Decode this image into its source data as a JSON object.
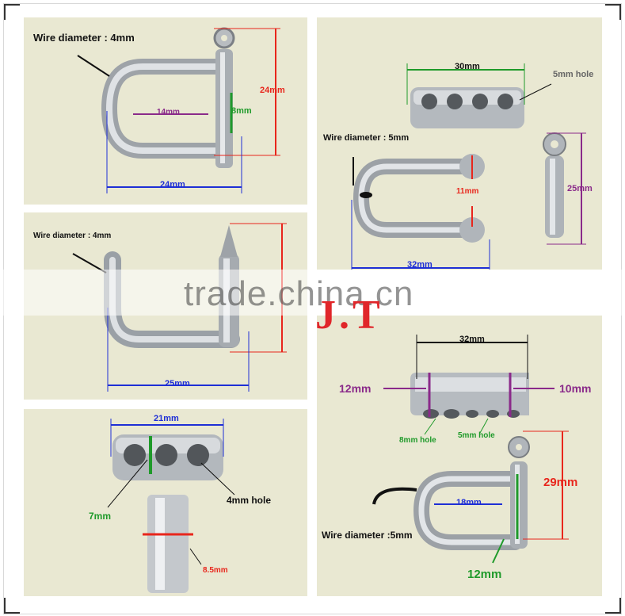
{
  "panels": {
    "p1": {
      "wire_label": "Wire diameter : 4mm",
      "width": "24mm",
      "height": "24mm",
      "inner": "14mm",
      "pin": "8mm"
    },
    "p2": {
      "wire_label": "Wire diameter : 4mm",
      "width": "25mm"
    },
    "p3": {
      "width": "21mm",
      "thickness": "7mm",
      "hole": "4mm hole",
      "side": "8.5mm"
    },
    "p4": {
      "width": "30mm",
      "hole": "5mm hole",
      "wire_label": "Wire diameter : 5mm",
      "gap": "11mm",
      "width2": "32mm",
      "pin_length": "25mm"
    },
    "p5": {
      "width": "32mm",
      "left_end": "12mm",
      "right_end": "10mm",
      "hole_big": "8mm hole",
      "hole_small": "5mm hole",
      "inner": "18mm",
      "height": "29mm",
      "wire_label": "Wire diameter :5mm",
      "pin": "12mm"
    }
  },
  "watermark": {
    "text": "trade.china.cn",
    "logo": "J.T"
  },
  "colors": {
    "panel_bg": "#e9e8d2",
    "blue": "#1e2fd6",
    "red": "#e8261c",
    "purple": "#8a2a8a",
    "green": "#1f9a2a",
    "steel": "#b8bcc0"
  }
}
